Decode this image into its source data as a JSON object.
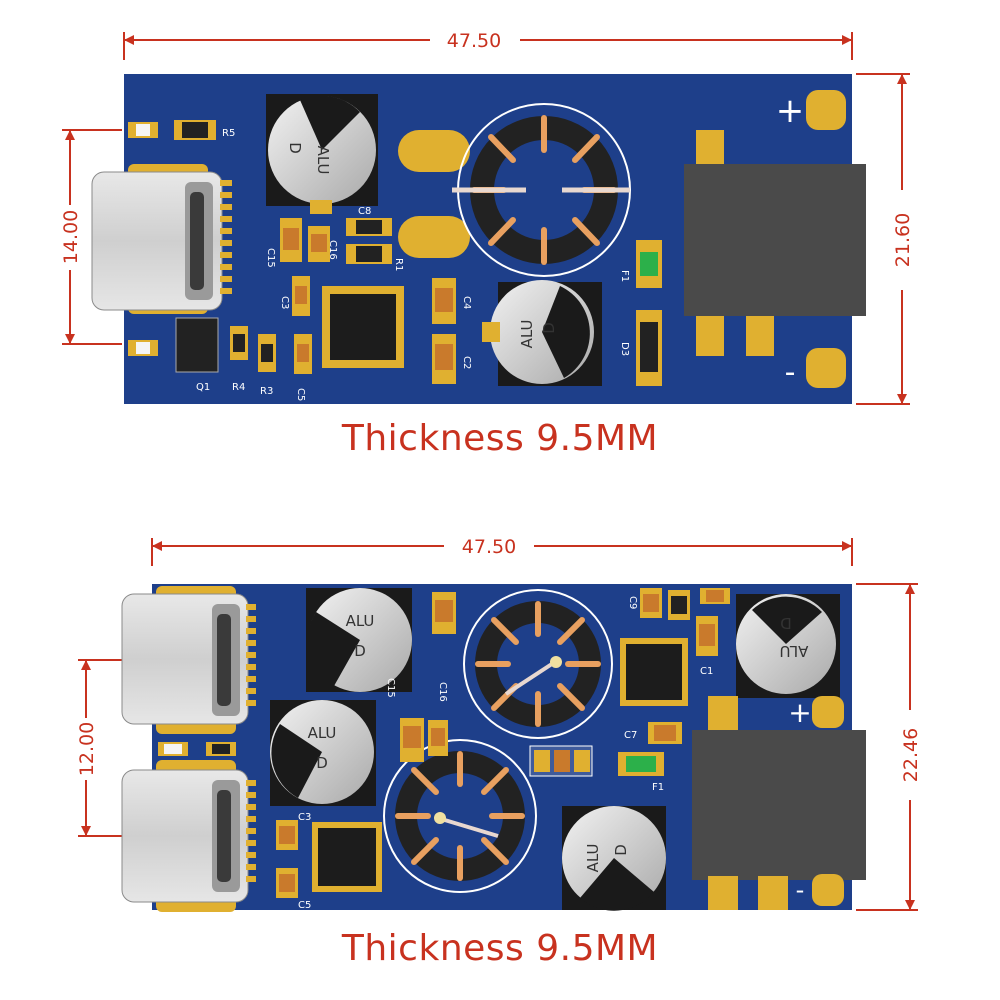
{
  "board1": {
    "caption": "Thickness 9.5MM",
    "width_label": "47.50",
    "height_label": "21.60",
    "usb_label": "14.00",
    "silkscreen": {
      "r5": "R5",
      "c15": "C15",
      "c8": "C8",
      "c16": "C16",
      "r1": "R1",
      "c3": "C3",
      "c4": "C4",
      "c2": "C2",
      "q1": "Q1",
      "r4": "R4",
      "r3": "R3",
      "c5": "C5",
      "f1": "F1",
      "d3": "D3",
      "plus": "+",
      "minus": "-"
    },
    "capacitor_marks": {
      "line1": "ALU",
      "line2": "D"
    }
  },
  "board2": {
    "caption": "Thickness 9.5MM",
    "width_label": "47.50",
    "height_label": "22.46",
    "usb_label": "12.00",
    "silkscreen": {
      "c15": "C15",
      "c16": "C16",
      "c3": "C3",
      "c5": "C5",
      "c1": "C1",
      "c7": "C7",
      "c9": "C9",
      "f1": "F1",
      "plus": "+",
      "minus": "-"
    },
    "capacitor_marks": {
      "line1": "ALU",
      "line2": "D"
    }
  },
  "colors": {
    "pcb": "#1e3f8a",
    "pads": "#e0b030",
    "dimension": "#c8321f",
    "caption": "#c8321f",
    "inductor_coil": "#e8a060"
  }
}
